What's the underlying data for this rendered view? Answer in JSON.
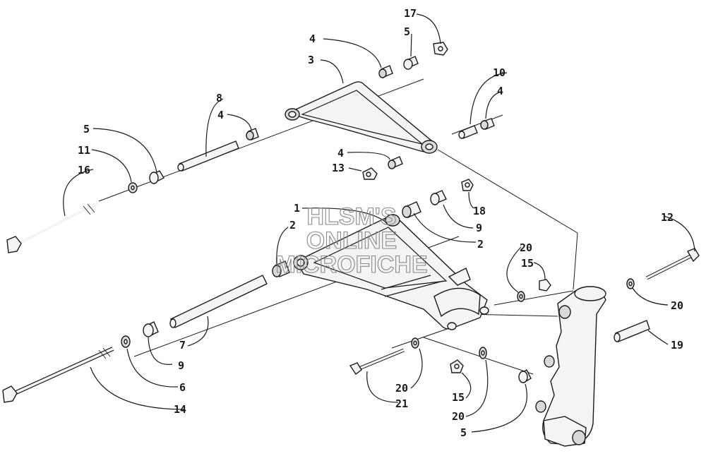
{
  "watermark": [
    "HLSM'S",
    "ONLINE",
    "MICROFICHE"
  ],
  "labels": {
    "l1": "1",
    "l2a": "2",
    "l2b": "2",
    "l3": "3",
    "l4a": "4",
    "l4b": "4",
    "l4c": "4",
    "l4d": "4",
    "l5a": "5",
    "l5b": "5",
    "l5c": "5",
    "l6": "6",
    "l7": "7",
    "l8": "8",
    "l9a": "9",
    "l9b": "9",
    "l10": "10",
    "l11": "11",
    "l12": "12",
    "l13": "13",
    "l14": "14",
    "l15a": "15",
    "l15b": "15",
    "l16": "16",
    "l17": "17",
    "l18": "18",
    "l19": "19",
    "l20a": "20",
    "l20b": "20",
    "l20c": "20",
    "l20d": "20",
    "l21": "21"
  }
}
